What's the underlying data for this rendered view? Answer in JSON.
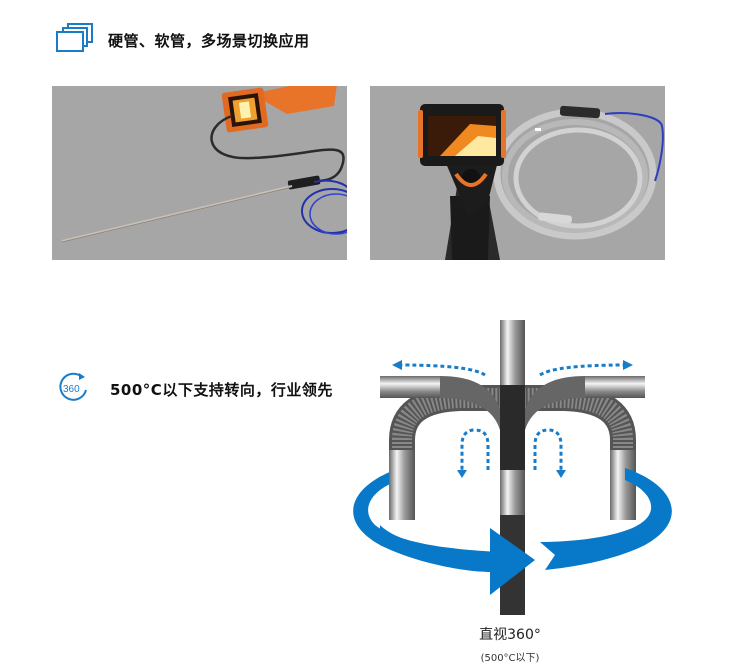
{
  "sections": [
    {
      "icon": "stacked-windows-icon",
      "title": "硬管、软管，多场景切换应用",
      "images": [
        {
          "description": "rigid-probe-endoscope-photo",
          "background": "#a6a6a6"
        },
        {
          "description": "flexible-braided-endoscope-photo",
          "background": "#a6a6a6"
        }
      ]
    },
    {
      "icon": "rotate-360-icon",
      "icon_text": "360",
      "title": "500°C以下支持转向，行业领先",
      "diagram": {
        "description": "articulating-probe-360-rotation-diagram",
        "caption": "直视360°",
        "subcaption": "(500°C以下)"
      }
    }
  ],
  "colors": {
    "accent_blue": "#1a7cc6",
    "arrow_blue": "#0878c8",
    "photo_bg": "#a6a6a6",
    "heading_text": "#111111"
  }
}
